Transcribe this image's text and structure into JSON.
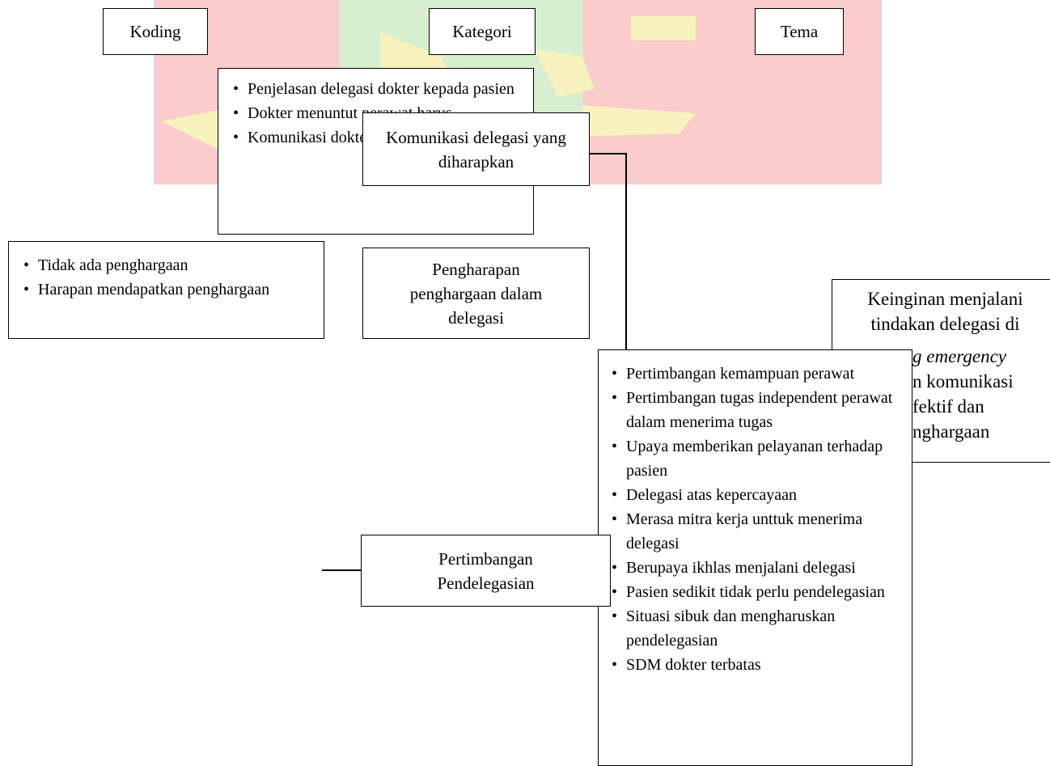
{
  "headers": {
    "koding": "Koding",
    "kategori": "Kategori",
    "tema": "Tema"
  },
  "categories": {
    "komunikasi": "Komunikasi delegasi yang diharapkan",
    "penghargaan": "Pengharapan penghargaan dalam delegasi",
    "pertimbangan": "Pertimbangan Pendelegasian"
  },
  "codes_komunikasi": [
    "Penjelasan delegasi dokter kepada pasien",
    "Dokter menuntut perawat harus",
    "Komunikasi dokter harus diperbaiki"
  ],
  "codes_penghargaan": [
    "Tidak ada penghargaan",
    "Harapan mendapatkan penghargaan"
  ],
  "codes_pertimbangan": [
    "Pertimbangan kemampuan perawat",
    "Pertimbangan tugas independent perawat dalam menerima tugas",
    "Upaya memberikan pelayanan terhadap pasien",
    "Delegasi atas kepercayaan",
    "Merasa mitra kerja unttuk menerima delegasi",
    "Berupaya ikhlas menjalani delegasi",
    "Pasien sedikit tidak perlu pendelegasian",
    "Situasi sibuk dan mengharuskan pendelegasian",
    "SDM dokter terbatas"
  ],
  "tema_text": {
    "line1": "Keinginan menjalani",
    "line2": "tindakan delegasi di",
    "line3": "g emergency",
    "line4": "n komunikasi",
    "line5": "fektif dan",
    "line6": "nghargaan"
  },
  "colors": {
    "watermark_red": "#e23b3b",
    "watermark_green": "#8fd07a",
    "watermark_yellow": "#f0e04a"
  }
}
